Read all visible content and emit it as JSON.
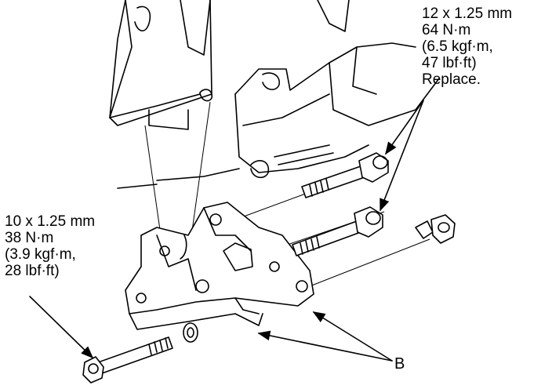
{
  "upper_spec": {
    "size": "12 x 1.25 mm",
    "torque_nm": "64 N·m",
    "torque_kgfm": "(6.5 kgf·m,",
    "torque_lbfft": "47 lbf·ft)",
    "note": "Replace."
  },
  "lower_spec": {
    "size": "10 x 1.25 mm",
    "torque_nm": "38 N·m",
    "torque_kgfm": "(3.9 kgf·m,",
    "torque_lbfft": "28 lbf·ft)"
  },
  "callout": {
    "label": "B"
  }
}
